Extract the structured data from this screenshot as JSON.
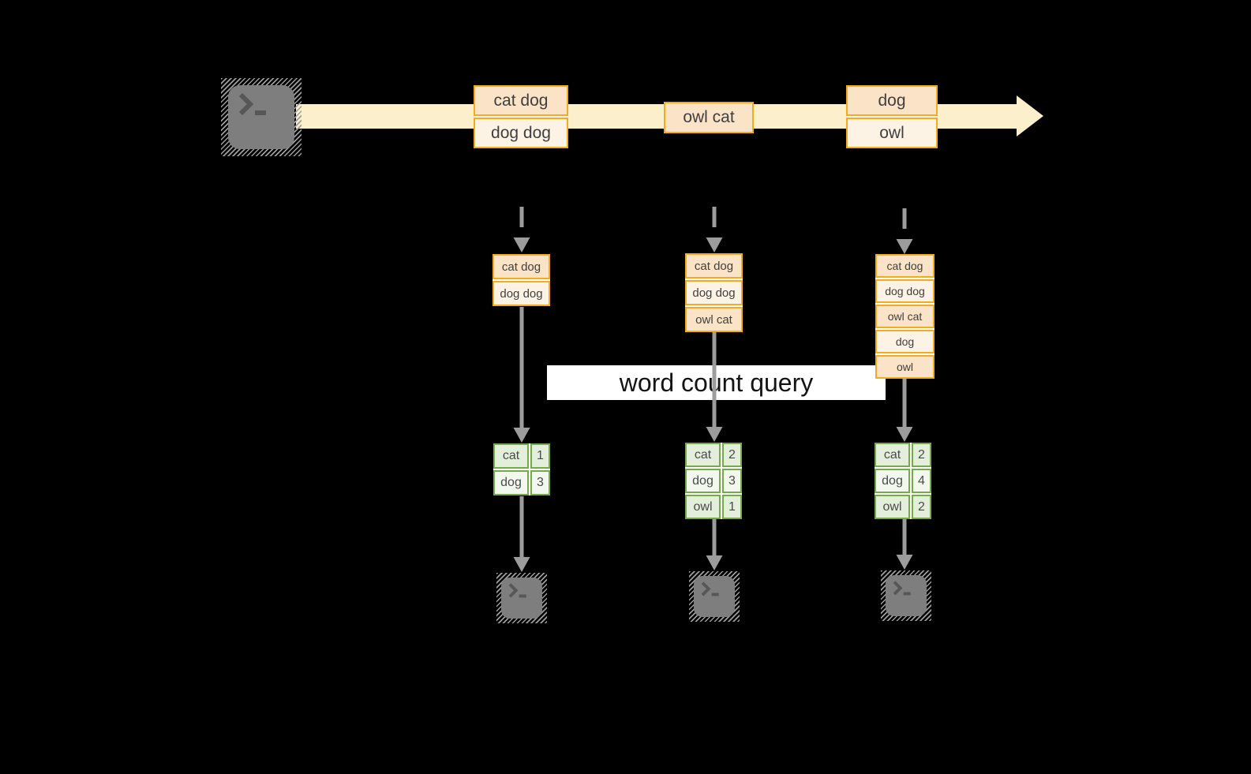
{
  "query_band": {
    "label": "word count query"
  },
  "stream": {
    "events": [
      {
        "rows": [
          "cat dog",
          "dog dog"
        ]
      },
      {
        "rows": [
          "owl cat"
        ]
      },
      {
        "rows": [
          "dog",
          "owl"
        ]
      }
    ]
  },
  "pipelines": [
    {
      "buffer_rows": [
        "cat dog",
        "dog dog"
      ],
      "counts": [
        {
          "word": "cat",
          "count": "1"
        },
        {
          "word": "dog",
          "count": "3"
        }
      ]
    },
    {
      "buffer_rows": [
        "cat dog",
        "dog dog",
        "owl cat"
      ],
      "counts": [
        {
          "word": "cat",
          "count": "2"
        },
        {
          "word": "dog",
          "count": "3"
        },
        {
          "word": "owl",
          "count": "1"
        }
      ]
    },
    {
      "buffer_rows": [
        "cat dog",
        "dog dog",
        "owl cat",
        "dog",
        "owl"
      ],
      "counts": [
        {
          "word": "cat",
          "count": "2"
        },
        {
          "word": "dog",
          "count": "4"
        },
        {
          "word": "owl",
          "count": "2"
        }
      ]
    }
  ],
  "icons": {
    "terminal_prompt": ">_"
  },
  "colors": {
    "stream_band": "#fcefcb",
    "event_border": "#f5ab1e",
    "event_fill_dark": "#fae3c6",
    "event_fill_light": "#fdf3e4",
    "table_border": "#74ab48",
    "table_fill_dark": "#e3efdb",
    "table_fill_light": "#f3f8ef",
    "arrow": "#9c9c9c"
  }
}
